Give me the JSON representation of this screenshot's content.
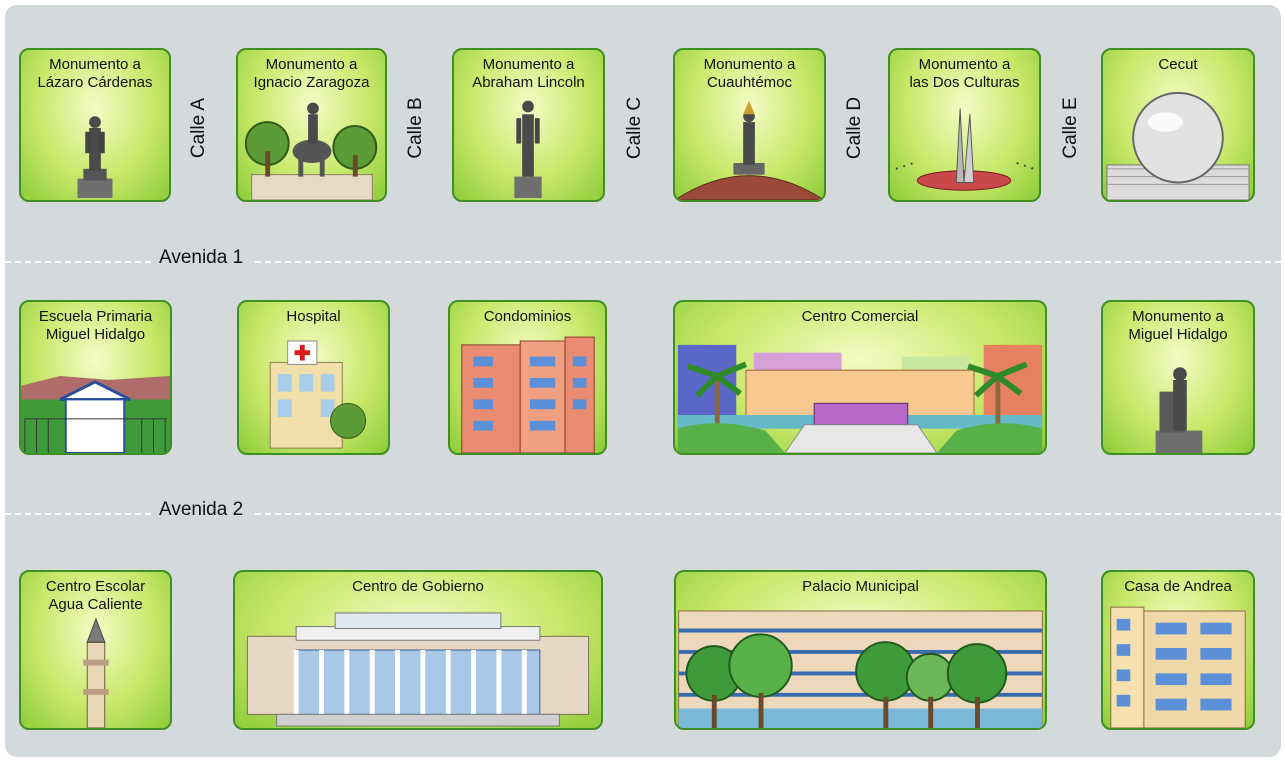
{
  "streets": [
    "Calle A",
    "Calle B",
    "Calle C",
    "Calle D",
    "Calle E"
  ],
  "avenues": [
    "Avenida 1",
    "Avenida 2"
  ],
  "row1": [
    {
      "line1": "Monumento a",
      "line2": "Lázaro Cárdenas"
    },
    {
      "line1": "Monumento a",
      "line2": "Ignacio Zaragoza"
    },
    {
      "line1": "Monumento a",
      "line2": "Abraham Lincoln"
    },
    {
      "line1": "Monumento a",
      "line2": "Cuauhtémoc"
    },
    {
      "line1": "Monumento a",
      "line2": "las Dos Culturas"
    },
    {
      "line1": "Cecut",
      "line2": ""
    }
  ],
  "row2": [
    {
      "line1": "Escuela Primaria",
      "line2": "Miguel Hidalgo"
    },
    {
      "line1": "Hospital",
      "line2": ""
    },
    {
      "line1": "Condominios",
      "line2": ""
    },
    {
      "line1": "Centro Comercial",
      "line2": ""
    },
    {
      "line1": "Monumento a",
      "line2": "Miguel Hidalgo"
    }
  ],
  "row3": [
    {
      "line1": "Centro Escolar",
      "line2": "Agua Caliente"
    },
    {
      "line1": "Centro de Gobierno",
      "line2": ""
    },
    {
      "line1": "Palacio Municipal",
      "line2": ""
    },
    {
      "line1": "Casa de Andrea",
      "line2": ""
    }
  ],
  "colors": {
    "card_border": "#3f8f21",
    "card_center": "#f4fbc6",
    "card_edge": "#8ccc3a",
    "board": "#d4d9dc",
    "street_dash": "#ffffff"
  }
}
